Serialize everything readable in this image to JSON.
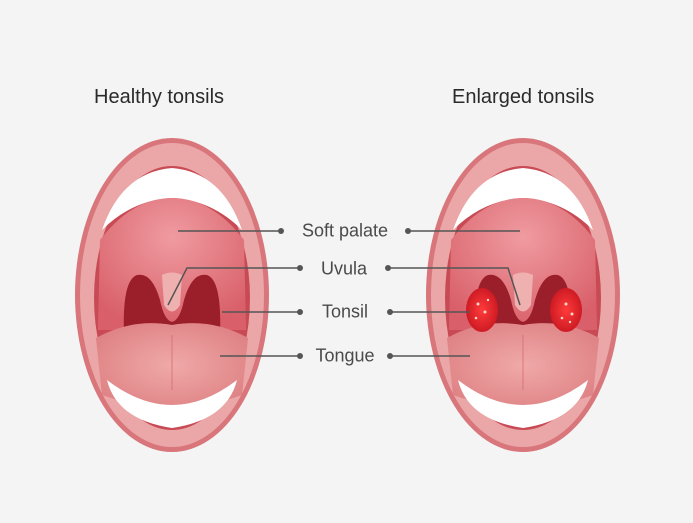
{
  "titles": {
    "healthy": "Healthy tonsils",
    "enlarged": "Enlarged tonsils"
  },
  "labels": {
    "soft_palate": "Soft palate",
    "uvula": "Uvula",
    "tonsil": "Tonsil",
    "tongue": "Tongue"
  },
  "colors": {
    "lip": "#e9a0a2",
    "lip_edge": "#d8767b",
    "palate": "#e27e86",
    "throat": "#a9262f",
    "tongue": "#e48f91",
    "inflamed": "#e0232e",
    "line": "#555555"
  }
}
